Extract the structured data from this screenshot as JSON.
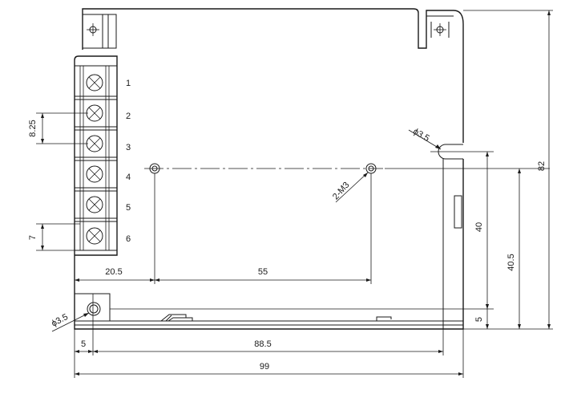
{
  "terminals": [
    "1",
    "2",
    "3",
    "4",
    "5",
    "6"
  ],
  "dimensions": {
    "terminal_pitch": "8.25",
    "terminal_width": "7",
    "hole_offset_x": "20.5",
    "hole_spacing_x": "55",
    "thread_callout": "2-M3",
    "slot_dia_top": "ϕ3.5",
    "slot_dia_bottom": "ϕ3.5",
    "slot_offset_bottom": "5",
    "slot_spacing_x": "88.5",
    "overall_width": "99",
    "overall_height": "82",
    "hole_height_a": "40",
    "hole_height_b": "40.5",
    "base_height": "5"
  }
}
